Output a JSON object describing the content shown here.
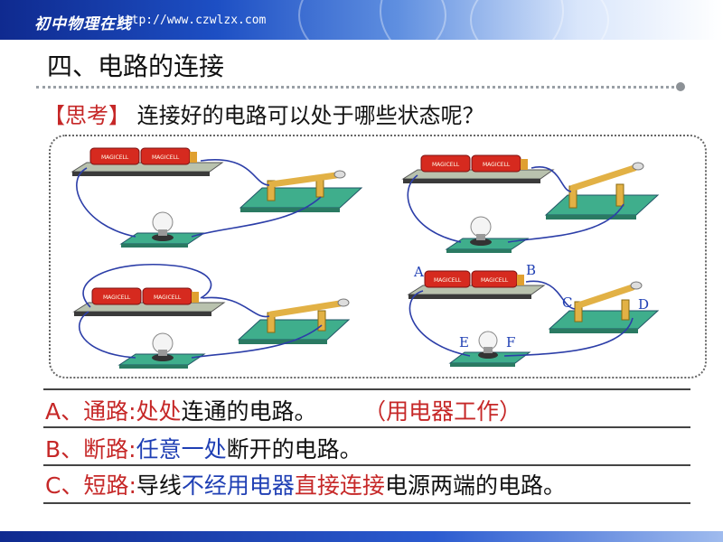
{
  "header": {
    "logo_text": "初中物理在线",
    "url": "http://www.czwlzx.com"
  },
  "slide": {
    "title": "四、电路的连接",
    "think_tag": "【思考】",
    "think_question": "连接好的电路可以处于哪些状态呢？"
  },
  "circuits": {
    "battery_label": "MAGICELL",
    "point_labels": [
      "A",
      "B",
      "C",
      "D",
      "E",
      "F"
    ]
  },
  "definitions": {
    "a": {
      "prefix": "A、通路:",
      "highlight": "处处",
      "rest": "连通的电路。",
      "paren": "（用电器工作）"
    },
    "b": {
      "prefix": "B、断路:",
      "highlight": "任意一处",
      "rest": "断开的电路。"
    },
    "c": {
      "prefix": "C、短路:",
      "p1": "导线",
      "p2": "不经用电器",
      "p3": "直接连接",
      "p4": "电源两端的电路。"
    }
  },
  "colors": {
    "header_blue": "#1d4fc4",
    "red_text": "#c62828",
    "blue_text": "#1f3fb4",
    "wire": "#2c3ea8",
    "base_green": "#2e9f7a"
  }
}
